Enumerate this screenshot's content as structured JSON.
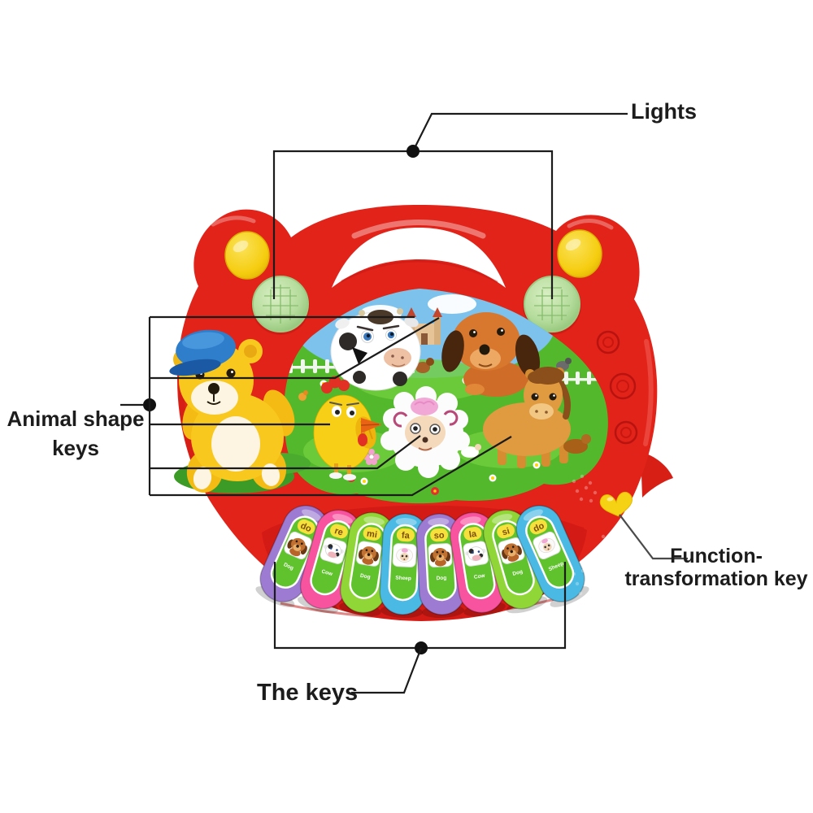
{
  "callouts": {
    "lights": {
      "label": "Lights"
    },
    "animal_shape_keys": {
      "line1": "Animal shape",
      "line2": "keys"
    },
    "function_key": {
      "line1": "Function-",
      "line2": "transformation key"
    },
    "the_keys": {
      "label": "The keys"
    }
  },
  "toy": {
    "body_color": "#e2231a",
    "ear_button_color": "#f5cd0f",
    "light_dome_color": "#b5dc9c",
    "heart_key_color": "#f6d215",
    "panel_color": "#53b82b",
    "sky_color": "#7cc2ec",
    "panel_animal_keys": [
      "bear",
      "cow",
      "dog",
      "chicken",
      "sheep",
      "horse"
    ],
    "keyboard": {
      "keys": [
        {
          "note": "do",
          "name": "Dog",
          "color": "#9d7bd2",
          "animal": "dog"
        },
        {
          "note": "re",
          "name": "Cow",
          "color": "#f7539f",
          "animal": "cow"
        },
        {
          "note": "mi",
          "name": "Dog",
          "color": "#8fd636",
          "animal": "dog"
        },
        {
          "note": "fa",
          "name": "Sheep",
          "color": "#4ab9e4",
          "animal": "sheep"
        },
        {
          "note": "so",
          "name": "Dog",
          "color": "#9d7bd2",
          "animal": "dog"
        },
        {
          "note": "la",
          "name": "Cow",
          "color": "#f7539f",
          "animal": "cow"
        },
        {
          "note": "si",
          "name": "Dog",
          "color": "#8fd636",
          "animal": "dog"
        },
        {
          "note": "do",
          "name": "Sheep",
          "color": "#4ab9e4",
          "animal": "sheep"
        }
      ]
    }
  }
}
